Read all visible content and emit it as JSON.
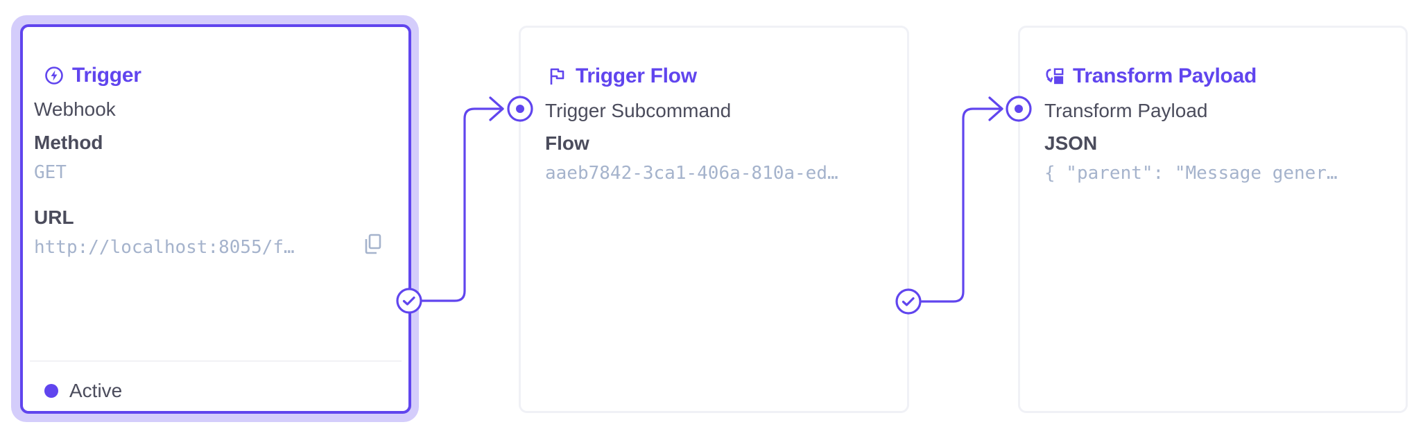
{
  "colors": {
    "accent": "#6045ee",
    "accent_light": "#d4cdfb",
    "card_border": "#f0f1f6",
    "text": "#4b4c5c",
    "muted_mono": "#a5b3cc"
  },
  "nodes": [
    {
      "title": "Trigger",
      "icon": "bolt-circle-icon",
      "selected": true,
      "subtitle": "Webhook",
      "fields": [
        {
          "label": "Method",
          "value": "GET"
        },
        {
          "label": "URL",
          "value": "http://localhost:8055/f…",
          "copy_icon": "copy-icon"
        }
      ],
      "status": "Active",
      "output_handle": "check-circle-icon"
    },
    {
      "title": "Trigger Flow",
      "icon": "flag-icon",
      "selected": false,
      "subtitle": "Trigger Subcommand",
      "fields": [
        {
          "label": "Flow",
          "value": "aaeb7842-3ca1-406a-810a-ed…"
        }
      ],
      "input_handle": "target-circle-icon",
      "output_handle": "check-circle-icon"
    },
    {
      "title": "Transform Payload",
      "icon": "transform-icon",
      "selected": false,
      "subtitle": "Transform Payload",
      "fields": [
        {
          "label": "JSON",
          "value": "{ \"parent\": \"Message gener…"
        }
      ],
      "input_handle": "target-circle-icon"
    }
  ]
}
